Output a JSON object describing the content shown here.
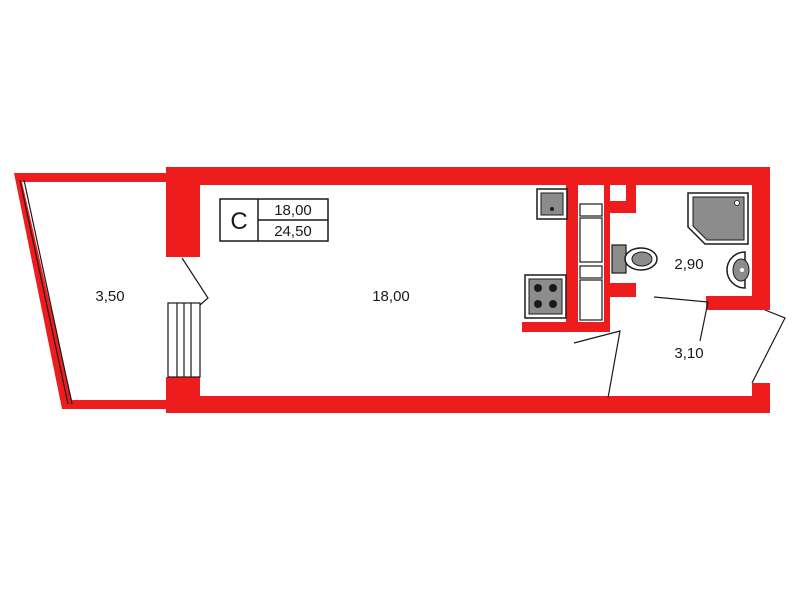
{
  "legend": {
    "letter": "C",
    "living_area": "18,00",
    "total_area": "24,50"
  },
  "rooms": {
    "balcony": "3,50",
    "main_room": "18,00",
    "bathroom": "2,90",
    "hallway": "3,10"
  },
  "colors": {
    "wall": "#ee1c1c",
    "fixture_fill": "#8c8c8c",
    "outline": "#1a1a1a"
  }
}
